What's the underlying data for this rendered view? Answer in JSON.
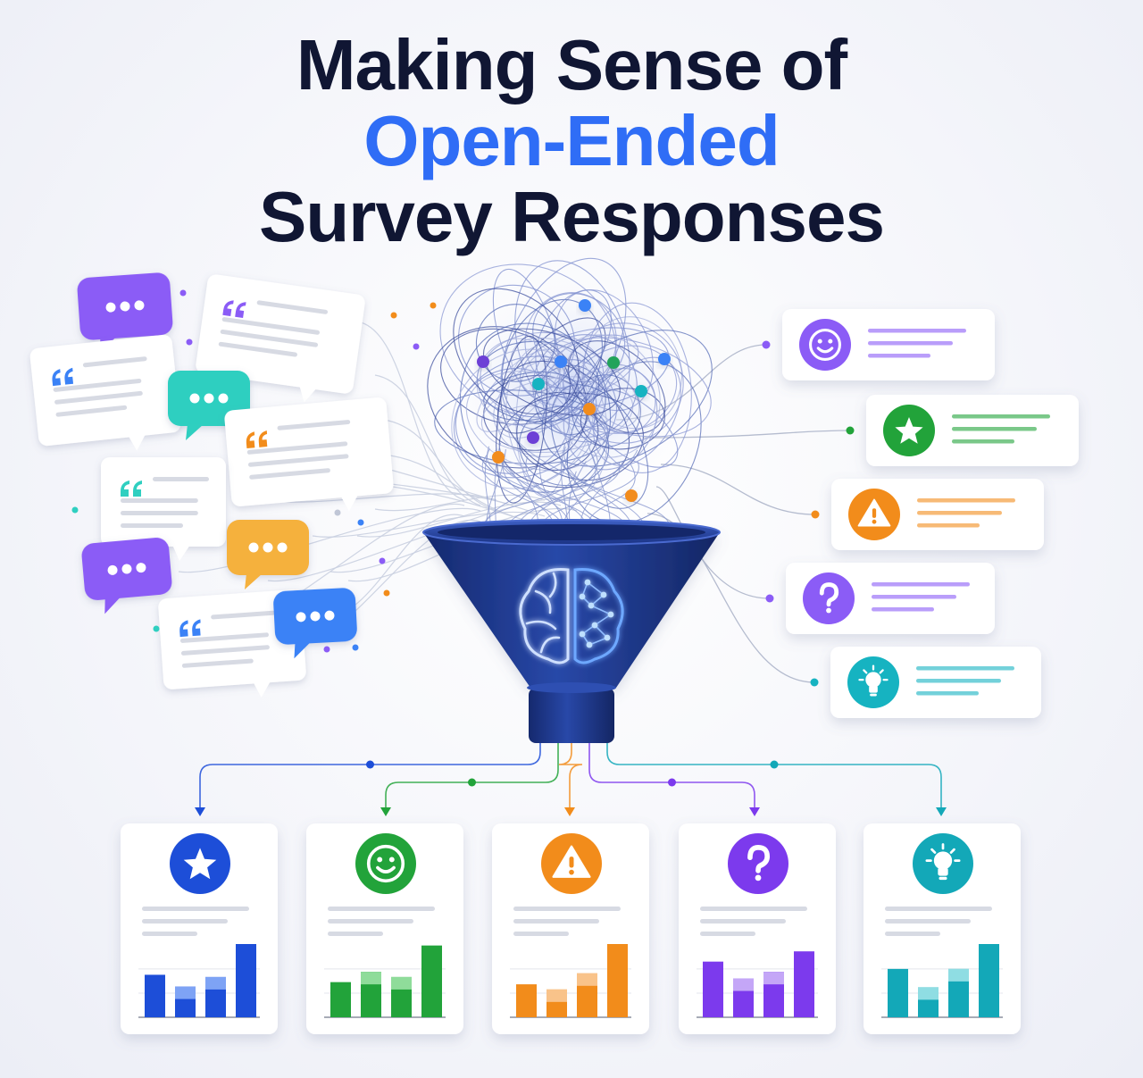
{
  "title": {
    "line1": "Making Sense of",
    "line2": "Open-Ended",
    "line3": "Survey Responses"
  },
  "colors": {
    "title_dark": "#101633",
    "title_accent": "#2f6df6",
    "funnel": "#1f3c95",
    "purple": "#8b5cf6",
    "teal": "#2fcfc0",
    "orange": "#f59e0b",
    "blue": "#3b82f6",
    "green": "#22a33a",
    "amber": "#f28c1b",
    "cyan": "#16b3c1"
  },
  "input_bubbles": [
    {
      "kind": "chat",
      "icon": "ellipsis-icon",
      "color": "#8b5cf6"
    },
    {
      "kind": "quote",
      "icon": "quote-icon",
      "color": "#8b5cf6"
    },
    {
      "kind": "quote",
      "icon": "quote-icon",
      "color": "#3b82f6"
    },
    {
      "kind": "chat",
      "icon": "ellipsis-icon",
      "color": "#2fcfc0"
    },
    {
      "kind": "quote",
      "icon": "quote-icon",
      "color": "#f28c1b"
    },
    {
      "kind": "quote",
      "icon": "quote-icon",
      "color": "#2fcfc0"
    },
    {
      "kind": "chat",
      "icon": "ellipsis-icon",
      "color": "#f5b13d"
    },
    {
      "kind": "chat",
      "icon": "ellipsis-icon",
      "color": "#8b5cf6"
    },
    {
      "kind": "quote",
      "icon": "quote-icon",
      "color": "#3b82f6"
    },
    {
      "kind": "chat",
      "icon": "ellipsis-icon",
      "color": "#3b82f6"
    }
  ],
  "categories_right": [
    {
      "icon": "smiley-icon",
      "color": "#8b5cf6"
    },
    {
      "icon": "star-icon",
      "color": "#22a33a"
    },
    {
      "icon": "warning-icon",
      "color": "#f28c1b"
    },
    {
      "icon": "question-icon",
      "color": "#8b5cf6"
    },
    {
      "icon": "lightbulb-icon",
      "color": "#16b3c1"
    }
  ],
  "report_cards": [
    {
      "icon": "star-icon",
      "color": "#1d4ed8",
      "light": "#7ea3f5",
      "bars": [
        0.58,
        0.42,
        0.55,
        1.0
      ]
    },
    {
      "icon": "smiley-icon",
      "color": "#22a33a",
      "light": "#8fdc9a",
      "bars": [
        0.48,
        0.62,
        0.55,
        0.98
      ]
    },
    {
      "icon": "warning-icon",
      "color": "#f28c1b",
      "light": "#f9c38a",
      "bars": [
        0.45,
        0.38,
        0.6,
        1.0
      ]
    },
    {
      "icon": "question-icon",
      "color": "#7c3aed",
      "light": "#c4a6f7",
      "bars": [
        0.76,
        0.53,
        0.62,
        0.9
      ]
    },
    {
      "icon": "lightbulb-icon",
      "color": "#13a8b8",
      "light": "#8fdde3",
      "bars": [
        0.66,
        0.41,
        0.66,
        1.0
      ]
    }
  ]
}
